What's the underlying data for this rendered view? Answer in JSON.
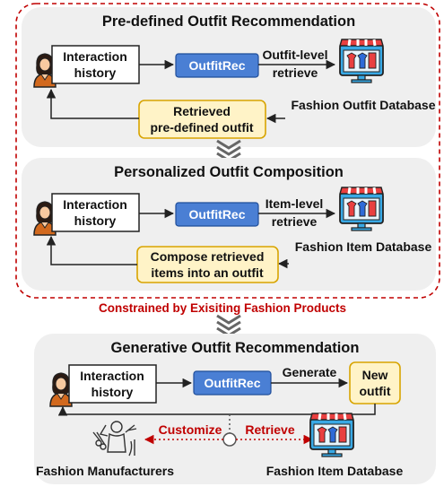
{
  "colors": {
    "panel_fill": "#efefef",
    "dashed_border": "#c00000",
    "outfitrec_fill": "#4a7fd4",
    "result_fill": "#fff3c7",
    "result_border": "#d8a400",
    "highlight_text": "#c00000"
  },
  "sections": [
    {
      "title": "Pre-defined Outfit Recommendation",
      "input": "Interaction history",
      "model": "OutfitRec",
      "action": "Outfit-level retrieve",
      "database": "Fashion Outfit Database",
      "result": "Retrieved pre-defined outfit"
    },
    {
      "title": "Personalized Outfit Composition",
      "input": "Interaction history",
      "model": "OutfitRec",
      "action": "Item-level retrieve",
      "database": "Fashion Item Database",
      "result": "Compose retrieved items into an outfit"
    },
    {
      "title": "Generative Outfit Recommendation",
      "input": "Interaction history",
      "model": "OutfitRec",
      "action": "Generate",
      "result": "New outfit",
      "customize": "Customize",
      "retrieve": "Retrieve",
      "manufacturers": "Fashion Manufacturers",
      "database": "Fashion Item Database"
    }
  ],
  "constraint_label": "Constrained by Exisiting Fashion Products",
  "icons": [
    "user-icon",
    "store-icon",
    "chevron-down-icon",
    "tailor-icon"
  ]
}
